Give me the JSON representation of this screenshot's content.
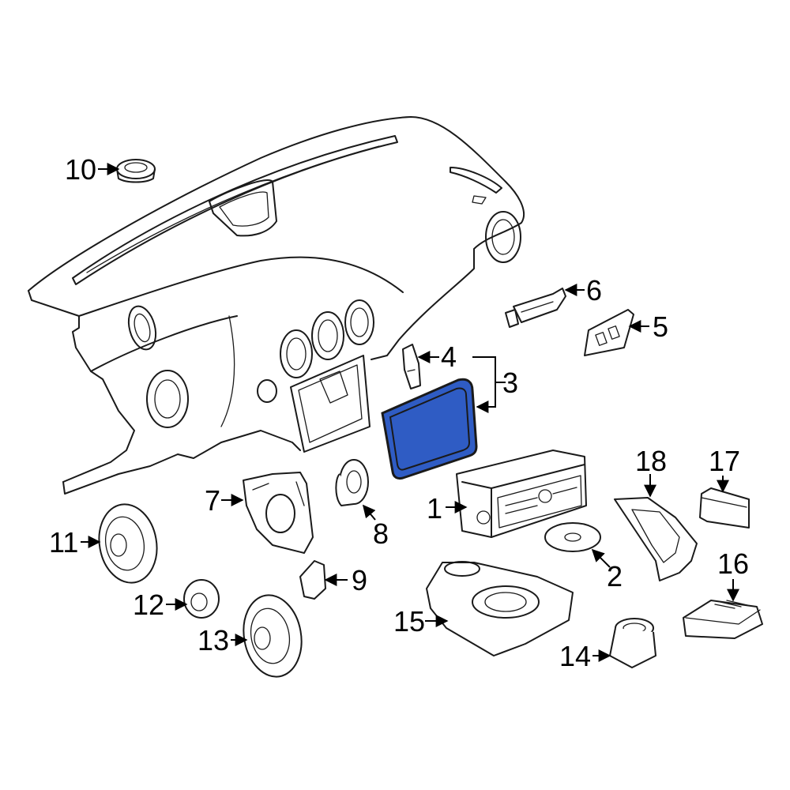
{
  "highlight_color": "#2f5cc4",
  "callouts": {
    "c1": "1",
    "c2": "2",
    "c3": "3",
    "c4": "4",
    "c5": "5",
    "c6": "6",
    "c7": "7",
    "c8": "8",
    "c9": "9",
    "c10": "10",
    "c11": "11",
    "c12": "12",
    "c13": "13",
    "c14": "14",
    "c15": "15",
    "c16": "16",
    "c17": "17",
    "c18": "18"
  }
}
